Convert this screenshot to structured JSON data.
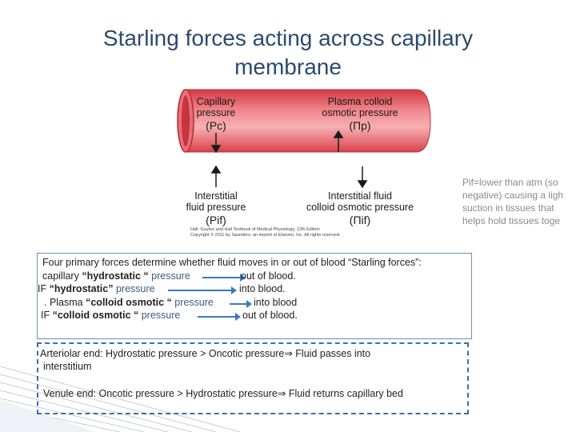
{
  "slide": {
    "title_line1": "Starling forces acting across capillary",
    "title_line2": "membrane"
  },
  "figure": {
    "capillary_pressure": [
      "Capillary",
      "pressure",
      "(Pc)"
    ],
    "plasma_colloid": [
      "Plasma colloid",
      "osmotic pressure",
      "(Πp)"
    ],
    "interstitial_fluid": [
      "Interstitial",
      "fluid pressure",
      "(Pif)"
    ],
    "interstitial_colloid": [
      "Interstitial fluid",
      "colloid osmotic pressure",
      "(Πif)"
    ],
    "credit_line1": "Hall: Guyton and Hall Textbook of Medical Physiology, 12th Edition",
    "credit_line2": "Copyright © 2011 by Saunders, an imprint of Elsevier, Inc. All rights reserved.",
    "tube_color": "#e8545c",
    "arrow_color": "#1a1a1a"
  },
  "side_note": {
    "lines": [
      "Pif=lower than atm (so",
      "negative) causing a ligh",
      "suction in tissues that",
      "helps hold tissues toge"
    ]
  },
  "forces_box": {
    "intro": "Four primary forces determine whether fluid moves in or out of blood “Starling forces”:",
    "l1a": "capillary ",
    "l1b": "“hydrostatic “",
    "l1c": " pressure",
    "l1d": "out of blood.",
    "l2a": "IF ",
    "l2b": "“hydrostatic”",
    "l2c": " pressure",
    "l2d": "into blood.",
    "l3a": ".  Plasma ",
    "l3b": "“colloid osmotic “",
    "l3c": " pressure",
    "l3d": "into blood",
    "l4a": "IF ",
    "l4b": "“colloid osmotic “",
    "l4c": " pressure",
    "l4d": "out of blood."
  },
  "ends_box": {
    "arteriolar1": "Arteriolar end: Hydrostatic pressure > Oncotic pressure",
    "arteriolar_arrow": "⇒",
    "arteriolar2": " Fluid passes into",
    "arteriolar3": "interstitium",
    "venule1": "Venule end: Oncotic pressure > Hydrostatic pressure",
    "venule_arrow": "⇒",
    "venule2": " Fluid returns capillary bed"
  }
}
